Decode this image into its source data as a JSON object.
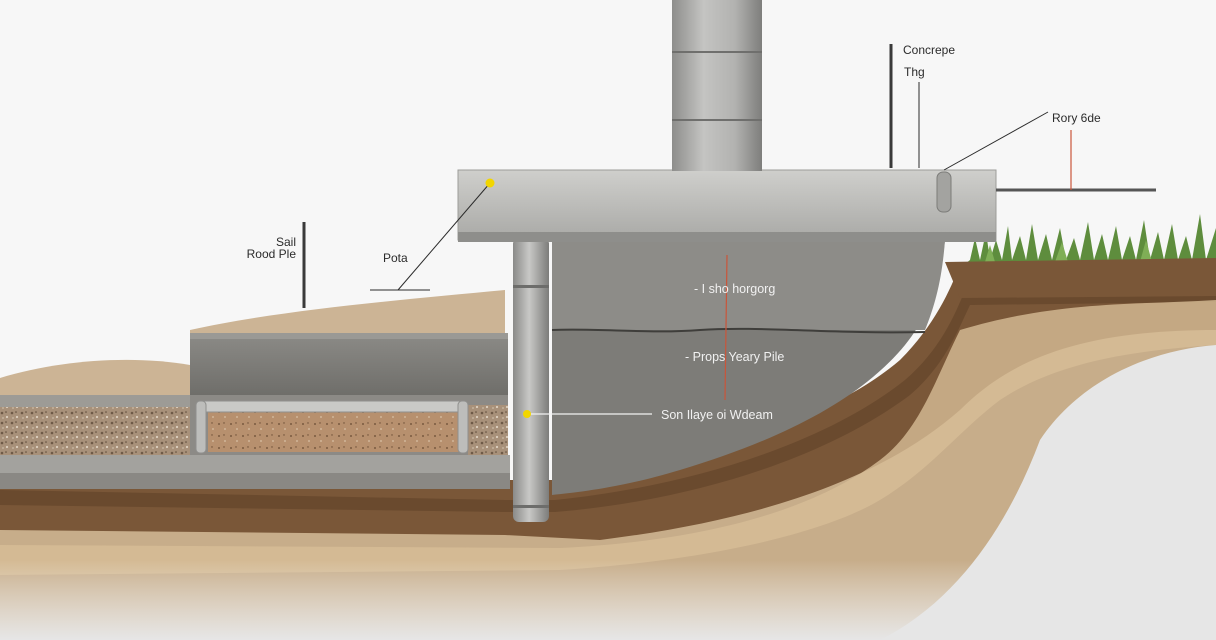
{
  "labels": {
    "concrete": "Concrepe",
    "thg": "Thg",
    "rory_side": "Rory 6de",
    "sail": "Sail",
    "rood_pile": "Rood Ple",
    "pota": "Pota",
    "iso_horgorg": "- I sho horgorg",
    "props_yeary_pile": "- Props Yeary Pile",
    "son_haye": "Son Ilaye oi Wdeam"
  },
  "colors": {
    "background": "#f7f7f7",
    "concrete_light": "#c9c9c7",
    "concrete_dark": "#7d7c78",
    "soil_brown": "#7a5738",
    "sand": "#c7ad8a",
    "grass": "#5e8d3d",
    "marker_yellow": "#f2d600",
    "annotation_red": "#c9553a"
  }
}
